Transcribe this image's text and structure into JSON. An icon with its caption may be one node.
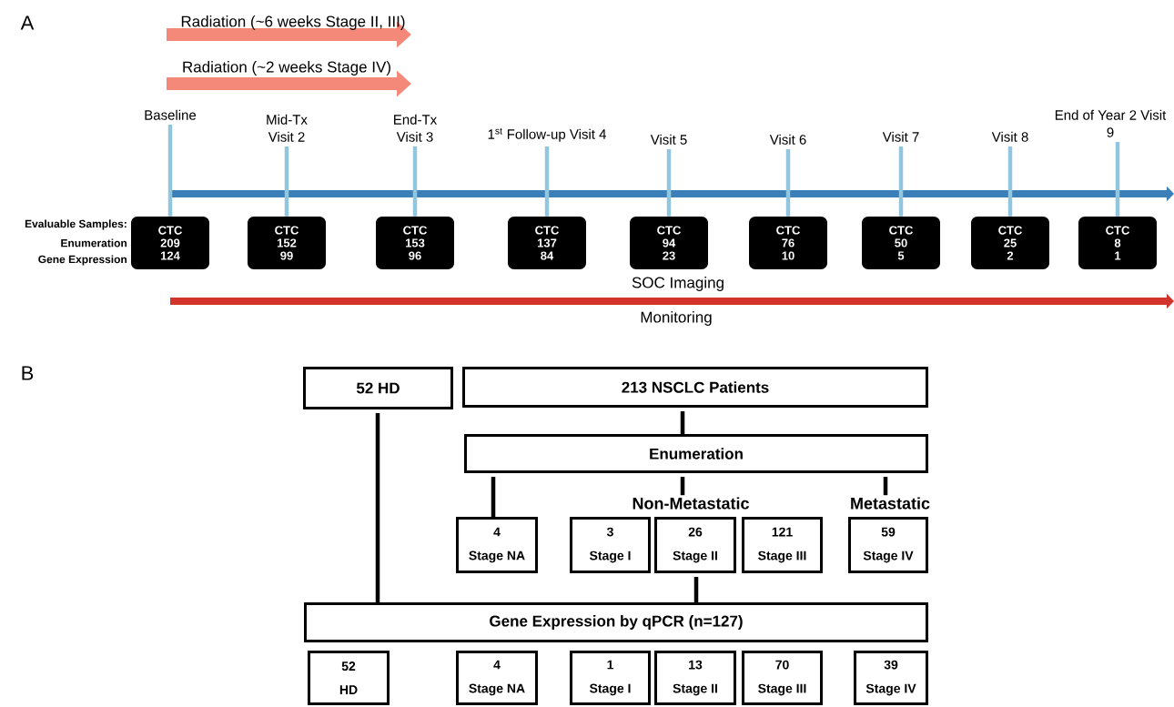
{
  "diagram": {
    "nodes": [
      {
        "text": [
          "Baseline"
        ]
      },
      {
        "text": [
          "Mid-Tx Visit 2"
        ]
      },
      {
        "text": [
          "End-Tx Visit 3"
        ]
      },
      {
        "text": [
          "1$^{st}$ Follow-up Visit 4"
        ]
      },
      {
        "text": [
          "Visit 5"
        ]
      },
      {
        "text": [
          "Visit 6"
        ]
      },
      {
        "text": [
          "Visit 7"
        ]
      },
      {
        "text": [
          "Visit 8"
        ]
      },
      {
        "text": [
          "End of Year 2 Visit 9"
        ]
      },
      {
        "text": [
          "CTC",
          "209",
          "124"
        ]
      },
      {
        "text": [
          "CTC",
          "152",
          "99"
        ]
      },
      {
        "text": [
          "CTC",
          "153",
          "96"
        ]
      },
      {
        "text": [
          "CTC",
          "137",
          "84"
        ]
      },
      {
        "text": [
          "CTC",
          "94",
          "23"
        ]
      },
      {
        "text": [
          "CTC",
          "76",
          "10"
        ]
      },
      {
        "text": [
          "CTC",
          "50",
          "5"
        ]
      },
      {
        "text": [
          "CTC",
          "25",
          "2"
        ]
      },
      {
        "text": [
          "CTC",
          "8",
          "1"
        ]
      },
      {
        "text": [
          "52 HD"
        ]
      },
      {
        "text": [
          "213 NSCLC Patients"
        ]
      },
      {
        "text": [
          "Enumeration"
        ]
      },
      {
        "text": [
          "Non-Metastatic"
        ]
      },
      {
        "text": [
          "Metastatic"
        ]
      },
      {
        "text": [
          "4",
          "Stage NA"
        ]
      },
      {
        "text": [
          "3",
          "Stage I"
        ]
      },
      {
        "text": [
          "26",
          "Stage II"
        ]
      },
      {
        "text": [
          "121",
          "Stage III"
        ]
      },
      {
        "text": [
          "59",
          "Stage IV"
        ]
      },
      {
        "text": [
          "Gene Expression by qPCR (n=127)"
        ]
      },
      {
        "text": [
          "52",
          "HD"
        ]
      },
      {
        "text": [
          "4",
          "Stage NA"
        ]
      },
      {
        "text": [
          "1",
          "Stage I"
        ]
      },
      {
        "text": [
          "13",
          "Stage II"
        ]
      },
      {
        "text": [
          "70",
          "Stage III"
        ]
      },
      {
        "text": [
          "39",
          "Stage IV"
        ]
      }
    ],
    "edges": [
      {
        "from": 0,
        "to": 9,
        "arrow": "none"
      },
      {
        "from": 1,
        "to": 10,
        "arrow": "none"
      },
      {
        "from": 2,
        "to": 11,
        "arrow": "none"
      },
      {
        "from": 3,
        "to": 12,
        "arrow": "none"
      },
      {
        "from": 4,
        "to": 13,
        "arrow": "none"
      },
      {
        "from": 5,
        "to": 14,
        "arrow": "none"
      },
      {
        "from": 6,
        "to": 15,
        "arrow": "none"
      },
      {
        "from": 7,
        "to": 16,
        "arrow": "none"
      },
      {
        "from": 8,
        "to": 17,
        "arrow": "none"
      },
      {
        "from": 19,
        "to": 20,
        "arrow": "none",
        "color": "#000000"
      },
      {
        "from": 20,
        "to": 23,
        "arrow": "none",
        "color": "#000000"
      },
      {
        "from": 20,
        "to": 21,
        "arrow": "none",
        "color": "#000000"
      },
      {
        "from": 20,
        "to": 22,
        "arrow": "none",
        "color": "#000000"
      },
      {
        "from": 18,
        "to": 28,
        "arrow": "none",
        "color": "#000000"
      },
      {
        "from": 25,
        "to": 28,
        "arrow": "none",
        "color": "#000000"
      }
    ],
    "labels": [
      "A",
      "Radiation (~6 weeks Stage II, III)",
      "Radiation (~2 weeks Stage IV)",
      "Evaluable Samples:",
      "Enumeration",
      "Gene Expression",
      "SOC Imaging",
      "Monitoring",
      "B"
    ]
  }
}
